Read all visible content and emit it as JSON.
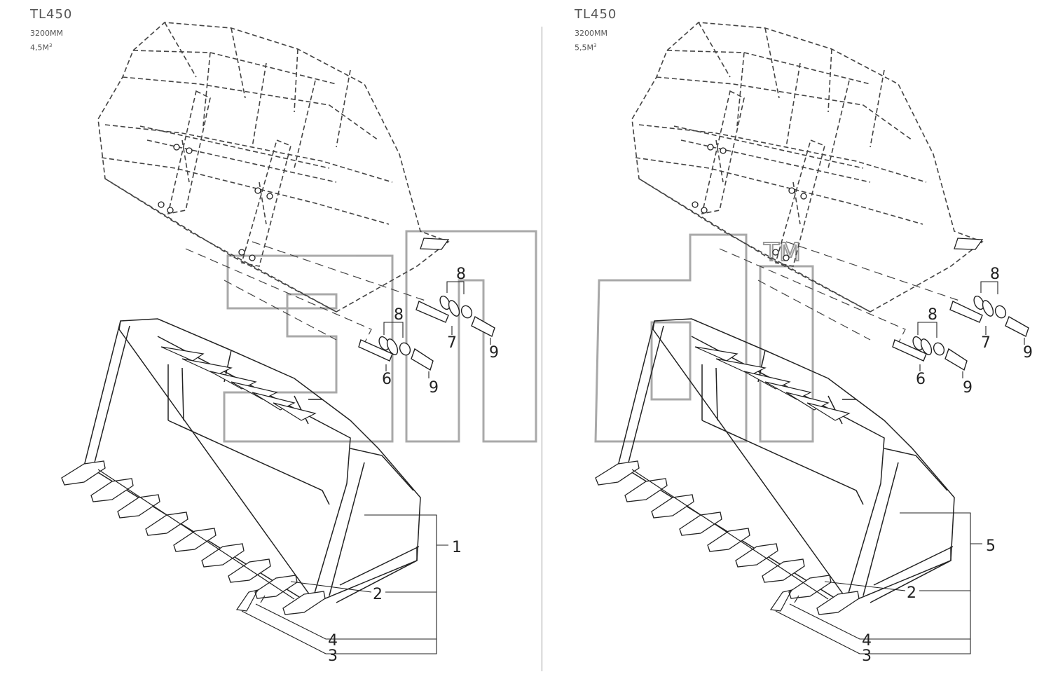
{
  "panels": [
    {
      "model": "TL450",
      "width": "3200MM",
      "volume": "4,5M",
      "volume_exp": "3",
      "bucket_ref": "1"
    },
    {
      "model": "TL450",
      "width": "3200MM",
      "volume": "5,5M",
      "volume_exp": "3",
      "bucket_ref": "5"
    }
  ],
  "callouts": [
    "2",
    "3",
    "4",
    "6",
    "7",
    "8",
    "9"
  ],
  "watermark": {
    "text": "эпсb",
    "tm": "TM"
  },
  "colors": {
    "line": "#222222",
    "dashed": "#444444",
    "watermark": "#9a9a9a"
  }
}
